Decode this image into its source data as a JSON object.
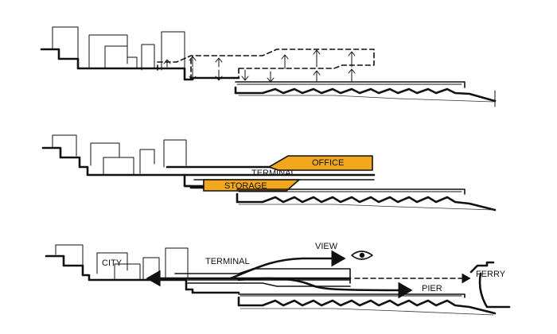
{
  "diagram": {
    "panel_2": {
      "labels": {
        "office": "OFFICE",
        "terminal": "TERMINAL",
        "storage": "STORAGE"
      },
      "fill_color": "#f2a81d"
    },
    "panel_3": {
      "labels": {
        "city": "CITY",
        "terminal": "TERMINAL",
        "view": "VIEW",
        "pier": "PIER",
        "ferry": "FERRY"
      }
    },
    "icons": [
      "up-arrow-icon",
      "down-arrow-icon",
      "eye-icon",
      "arrow-icon"
    ]
  }
}
